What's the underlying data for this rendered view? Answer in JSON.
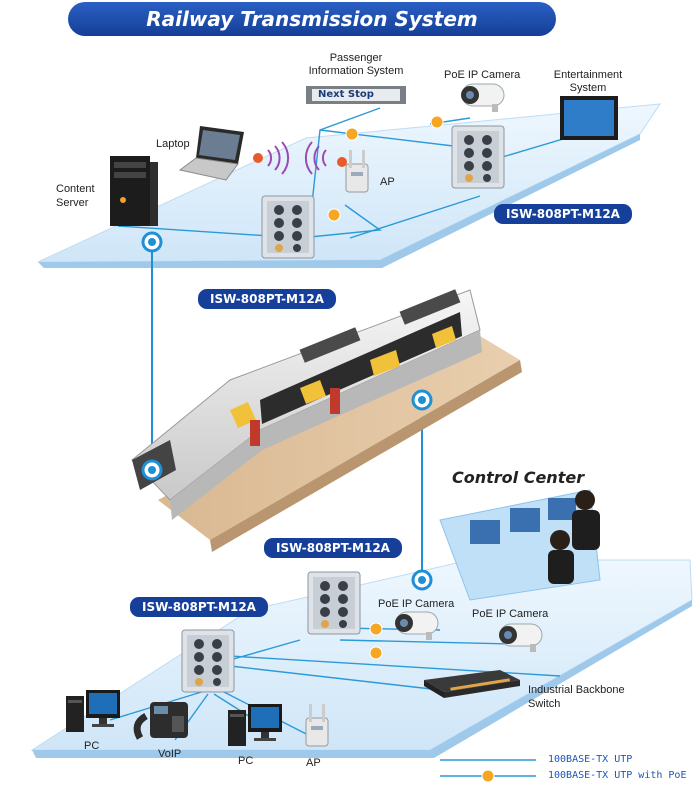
{
  "title": "Railway Transmission System",
  "sign_text": "Next Stop",
  "top_labels": {
    "passenger_info": [
      "Passenger",
      "Information System"
    ],
    "poe_camera": "PoE IP Camera",
    "entertainment": [
      "Entertainment",
      "System"
    ],
    "laptop": "Laptop",
    "content_server": [
      "Content",
      "Server"
    ],
    "ap": "AP"
  },
  "switch_badge": "ISW-808PT-M12A",
  "control_center": "Control Center",
  "bottom_labels": {
    "poe_camera_1": "PoE IP Camera",
    "poe_camera_2": "PoE IP Camera",
    "backbone": [
      "Industrial Backbone",
      "Switch"
    ],
    "pc_1": "PC",
    "voip": "VoIP",
    "pc_2": "PC",
    "ap": "AP"
  },
  "legend": {
    "utp": "100BASE-TX UTP",
    "utp_poe": "100BASE-TX UTP with PoE"
  },
  "poe_marker": "PoE",
  "colors": {
    "brand_blue": "#163f9a",
    "link_blue": "#1f8fd6",
    "poe_orange": "#f5a623",
    "platform": "#d7ecfb"
  }
}
